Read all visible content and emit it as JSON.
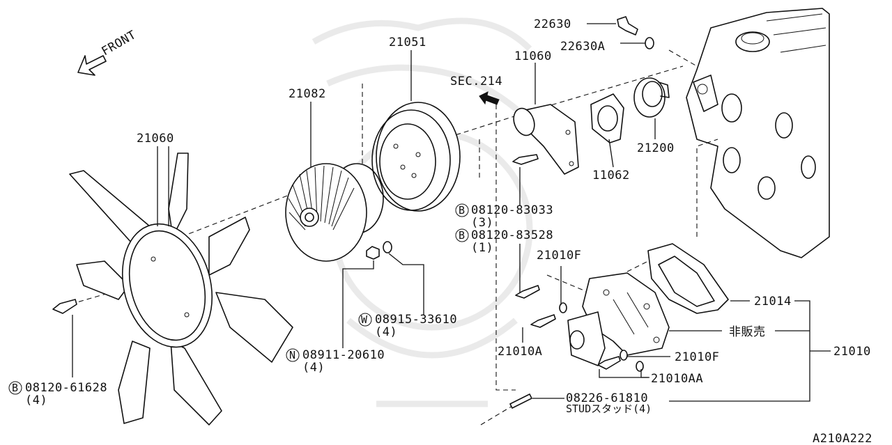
{
  "diagram": {
    "front_label": "FRONT",
    "section_ref": "SEC.214",
    "code": "A210A222",
    "parts": {
      "p21060": "21060",
      "p21082": "21082",
      "p21051": "21051",
      "p11060": "11060",
      "p22630": "22630",
      "p22630A": "22630A",
      "p21200": "21200",
      "p11062": "11062",
      "p21014": "21014",
      "p21010": "21010",
      "p21010F_top": "21010F",
      "p21010F_bottom": "21010F",
      "p21010A": "21010A",
      "p21010AA": "21010AA",
      "not_for_sale": "非販売",
      "bolt_83033": "08120-83033",
      "bolt_83033_qty": "(3)",
      "bolt_83528": "08120-83528",
      "bolt_83528_qty": "(1)",
      "washer_33610": "08915-33610",
      "washer_33610_qty": "(4)",
      "nut_20610": "08911-20610",
      "nut_20610_qty": "(4)",
      "bolt_61628": "08120-61628",
      "bolt_61628_qty": "(4)",
      "stud_61810": "08226-61810",
      "stud_61810_desc": "STUDスタッド(4)"
    },
    "prefixes": {
      "bolt": "B",
      "washer": "W",
      "nut": "N"
    }
  }
}
